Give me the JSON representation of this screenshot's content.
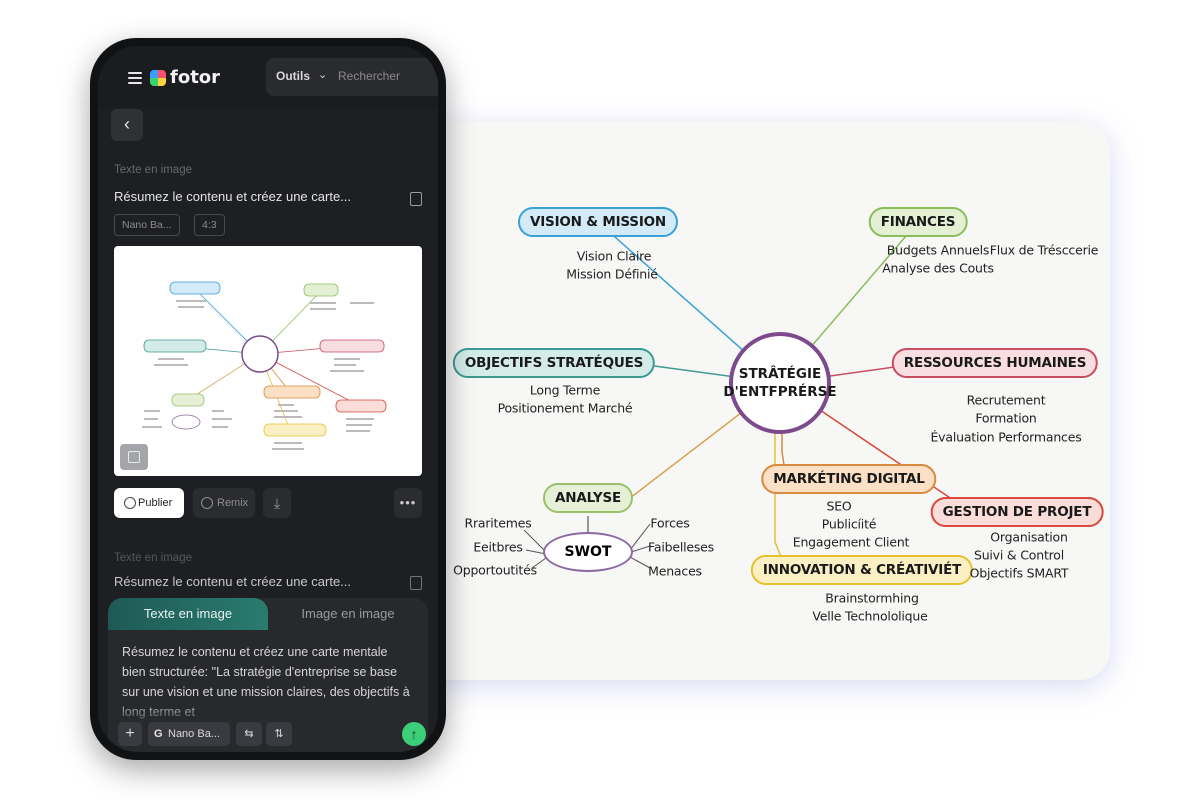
{
  "phone": {
    "brand": "fotor",
    "header": {
      "tools_label": "Outils",
      "search_placeholder": "Rechercher"
    },
    "history": [
      {
        "section_label": "Texte en image",
        "prompt_title": "Résumez le contenu et créez une carte...",
        "chips": [
          "Nano Ba...",
          "4:3"
        ]
      },
      {
        "section_label": "Texte en image",
        "prompt_title": "Résumez le contenu et créez une carte..."
      }
    ],
    "actions": {
      "publish": "Publier",
      "remix": "Remix",
      "download_icon": "download-icon",
      "more": "•••"
    },
    "composer": {
      "tabs": [
        "Texte en image",
        "Image en image"
      ],
      "active_tab": "Texte en image",
      "text": "Résumez le contenu et créez une carte mentale bien structurée: \"La stratégie d'entreprise se base sur une vision et une mission claires, des objectifs à long terme et",
      "model": "Nano Ba...",
      "model_icon": "G",
      "buttons": [
        "+",
        "⇆",
        "⇅"
      ],
      "send_icon": "↑"
    }
  },
  "mindmap": {
    "center": [
      "STRÂTÉGIE",
      "D'ENTFPRÉRSE"
    ],
    "branches": [
      {
        "label": "VISION & MISSION",
        "color": "#3aa1d8",
        "fill": "#d3ebf8",
        "items": [
          "Vision Claire",
          "Mission Définié"
        ]
      },
      {
        "label": "FINANCES",
        "color": "#8cbd5c",
        "fill": "#e4f0d4",
        "items": [
          "Budgets Annuels",
          "Analyse des Couts",
          "Flux de Trésccerie"
        ]
      },
      {
        "label": "OBJECTIFS STRATÉQUES",
        "color": "#3d9a92",
        "fill": "#d3ece8",
        "items": [
          "Long Terme",
          "Positionement Marché"
        ]
      },
      {
        "label": "RESSOURCES HUMAINES",
        "color": "#c84d60",
        "fill": "#f8dde1",
        "items": [
          "Recrutement",
          "Formation",
          "Évaluation Performances"
        ]
      },
      {
        "label": "ANALYSE",
        "color": "#9cbf6a",
        "fill": "#e6f0d6",
        "items": []
      },
      {
        "label": "MARKÉTING DIGITAL",
        "color": "#d88a3d",
        "fill": "#fbe0c6",
        "items": [
          "SEO",
          "Publicíité",
          "Engagement Client"
        ]
      },
      {
        "label": "GESTION DE PROJET",
        "color": "#d8483c",
        "fill": "#fadcd8",
        "items": [
          "Organisation",
          "Suivi & Control",
          "Objectifs SMART"
        ]
      },
      {
        "label": "INNOVATION & CRÉATIVIÉT",
        "color": "#e6c12f",
        "fill": "#fbf0c4",
        "items": [
          "Brainstormhing",
          "Velle Technololique"
        ]
      }
    ],
    "swot": {
      "label": "SWOT",
      "left": [
        "Rraritemes",
        "Eeitbres",
        "Opportoutités"
      ],
      "right": [
        "Forces",
        "Faibelleses",
        "Menaces"
      ]
    }
  }
}
